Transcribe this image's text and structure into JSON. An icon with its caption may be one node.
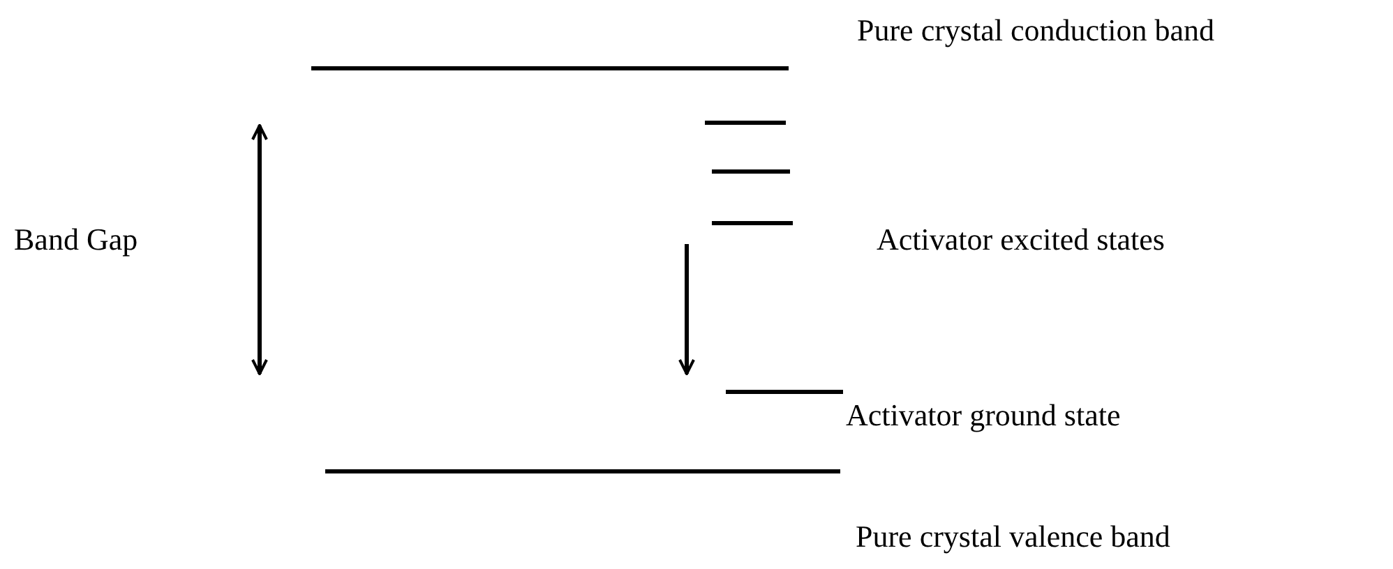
{
  "diagram": {
    "labels": [
      "Pure crystal conduction band",
      "Band Gap",
      "Activator excited states",
      "Activator ground state",
      "Pure crystal valence band"
    ]
  }
}
